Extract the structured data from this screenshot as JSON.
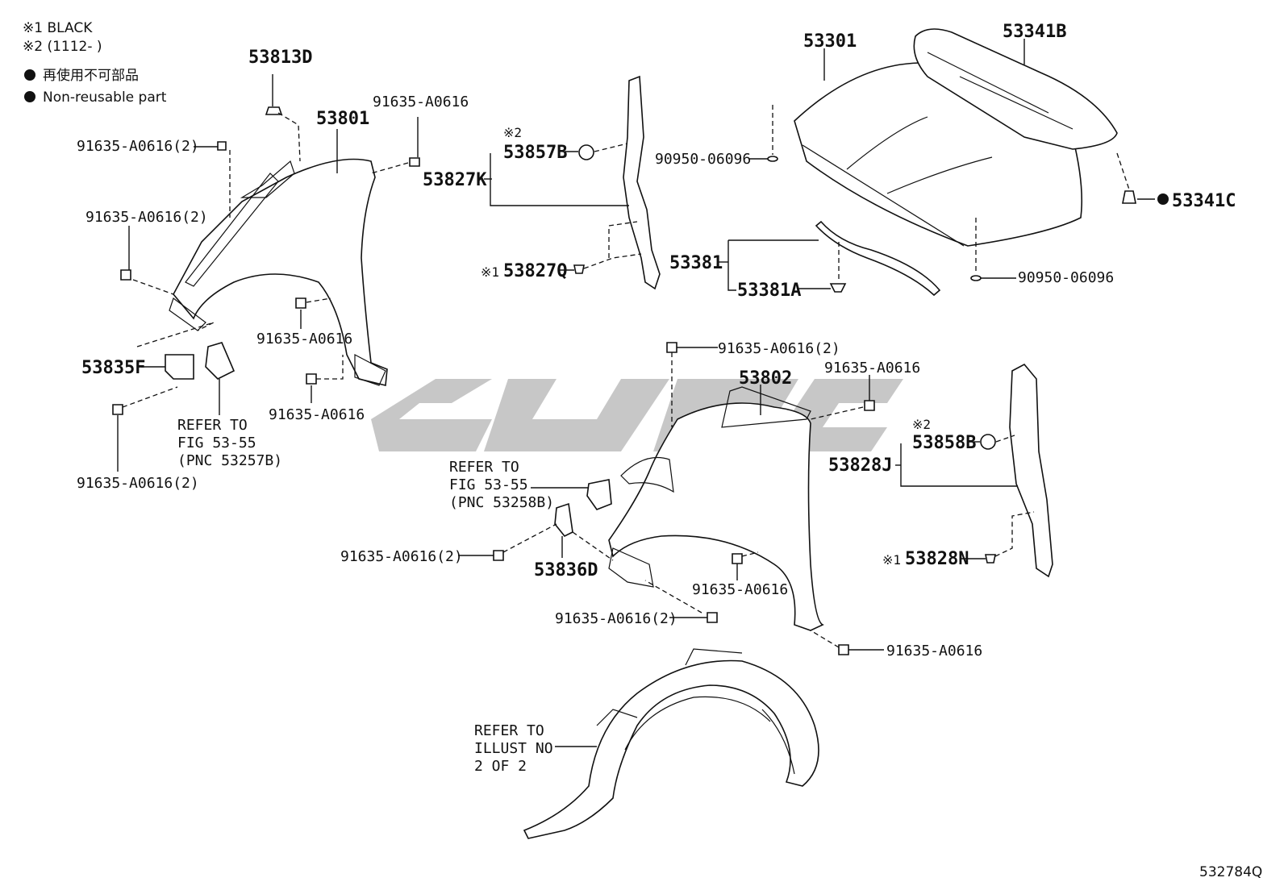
{
  "legend": {
    "note1": "※1  BLACK",
    "note2": "※2 (1112-       )",
    "bullet_jp": "再使用不可部品",
    "bullet_en": "Non-reusable part"
  },
  "labels": {
    "p53813D": "53813D",
    "p53801": "53801",
    "p91635_top_mid": "91635-A0616",
    "p91635_2_left_a": "91635-A0616(2)",
    "p91635_2_left_b": "91635-A0616(2)",
    "p91635_fender_l1": "91635-A0616",
    "p91635_fender_l2": "91635-A0616",
    "p53835F": "53835F",
    "refer_l_1": "REFER TO",
    "refer_l_2": "FIG 53-55",
    "refer_l_3": "(PNC 53257B)",
    "p91635_2_left_c": "91635-A0616(2)",
    "note2_marker_a": "※2",
    "p53857B": "53857B",
    "p53827K": "53827K",
    "note1_marker_a": "※1",
    "p53827Q": "53827Q",
    "p53301": "53301",
    "p53341B": "53341B",
    "p90950_a": "90950-06096",
    "p53341C": "53341C",
    "p53381": "53381",
    "p53381A": "53381A",
    "p90950_b": "90950-06096",
    "p91635_2_mid_top": "91635-A0616(2)",
    "p53802": "53802",
    "p91635_mid_r": "91635-A0616",
    "note2_marker_b": "※2",
    "p53858B": "53858B",
    "p53828J": "53828J",
    "refer_m_1": "REFER TO",
    "refer_m_2": "FIG 53-55",
    "refer_m_3": "(PNC 53258B)",
    "p91635_2_mid_l": "91635-A0616(2)",
    "p53836D": "53836D",
    "p91635_mid_b": "91635-A0616",
    "note1_marker_b": "※1",
    "p53828N": "53828N",
    "p91635_2_mid_bb": "91635-A0616(2)",
    "p91635_mid_br": "91635-A0616",
    "refer_b_1": "REFER TO",
    "refer_b_2": "ILLUST NO",
    "refer_b_3": "2 OF 2",
    "fig_code": "532784Q"
  }
}
